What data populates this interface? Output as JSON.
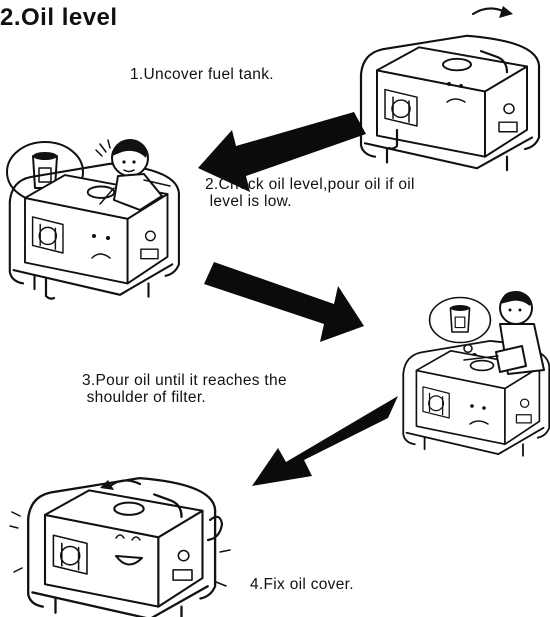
{
  "title": "2.Oil level",
  "steps": {
    "uncover": "1.Uncover fuel tank.",
    "check": "2.Check oil level,pour oil if oil\n level is low.",
    "pour": "3.Pour oil until it reaches the\n shoulder of filter.",
    "fix": "4.Fix oil cover."
  },
  "icons": [
    "generator-illustration",
    "person-illustration",
    "oil-bottle-icon",
    "thought-bubble-icon",
    "rotate-arrow-icon",
    "step-arrow"
  ]
}
